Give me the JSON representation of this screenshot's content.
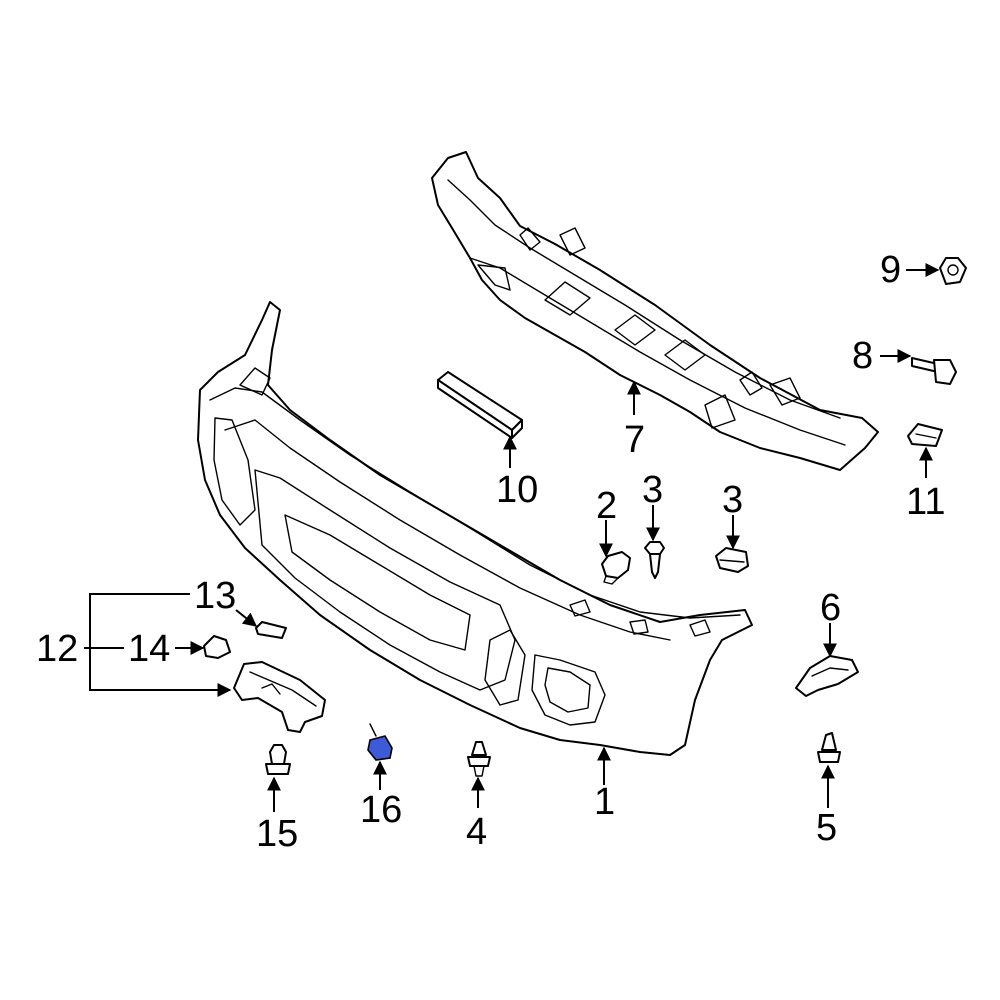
{
  "callouts": {
    "c1": "1",
    "c2": "2",
    "c3a": "3",
    "c3b": "3",
    "c4": "4",
    "c5": "5",
    "c6": "6",
    "c7": "7",
    "c8": "8",
    "c9": "9",
    "c10": "10",
    "c11": "11",
    "c12": "12",
    "c13": "13",
    "c14": "14",
    "c15": "15",
    "c16": "16"
  },
  "highlight_color": "#3d5bd6",
  "line_color": "#000000",
  "background": "#ffffff"
}
